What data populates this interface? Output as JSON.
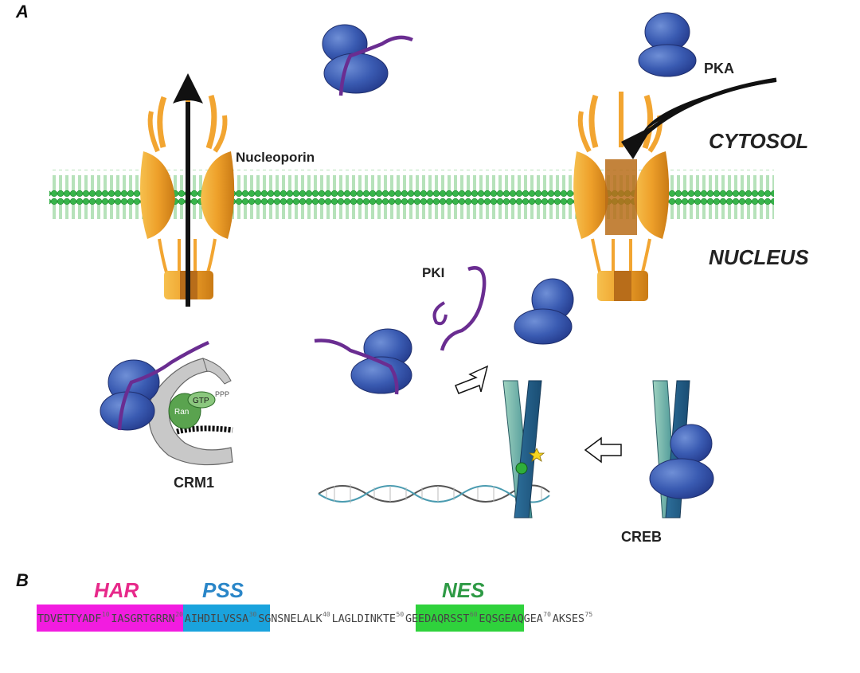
{
  "panels": {
    "a": "A",
    "b": "B"
  },
  "labels": {
    "pka": "PKA",
    "cytosol": "CYTOSOL",
    "nucleus": "NUCLEUS",
    "nucleoporin": "Nucleoporin",
    "pki": "PKI",
    "crm1": "CRM1",
    "creb": "CREB",
    "ran": "Ran",
    "gtp": "GTP",
    "ppp": "PPP"
  },
  "regions": [
    {
      "key": "har",
      "label": "HAR",
      "color": "#e7298a",
      "fill": "#f21ce0"
    },
    {
      "key": "pss",
      "label": "PSS",
      "color": "#2a86c8",
      "fill": "#1aa3dd"
    },
    {
      "key": "nes",
      "label": "NES",
      "color": "#2e9a45",
      "fill": "#2fd23c"
    }
  ],
  "sequence": [
    {
      "text": "TDVETTYADF",
      "num": "10"
    },
    {
      "text": "IASGRTGRRN",
      "num": "20"
    },
    {
      "text": "AIHDILVSSA",
      "num": "30"
    },
    {
      "text": "SGNSNELALK",
      "num": "40"
    },
    {
      "text": "LAGLDINKTE",
      "num": "50"
    },
    {
      "text": "GEEDAQRSST",
      "num": "60"
    },
    {
      "text": "EQSGEAQGEA",
      "num": "70"
    },
    {
      "text": "AKSES",
      "num": "75"
    }
  ],
  "colors": {
    "membrane": "#2fae3b",
    "pore": "#f2a531",
    "pore_dark": "#b86d1a",
    "protein": "#3556a8",
    "pki": "#6a2d91",
    "crm1": "#c6c6c6",
    "ran": "#5aa34f"
  },
  "icons": [
    "up-arrow",
    "curved-import-arrow",
    "open-arrow-left",
    "phosphate-star"
  ]
}
